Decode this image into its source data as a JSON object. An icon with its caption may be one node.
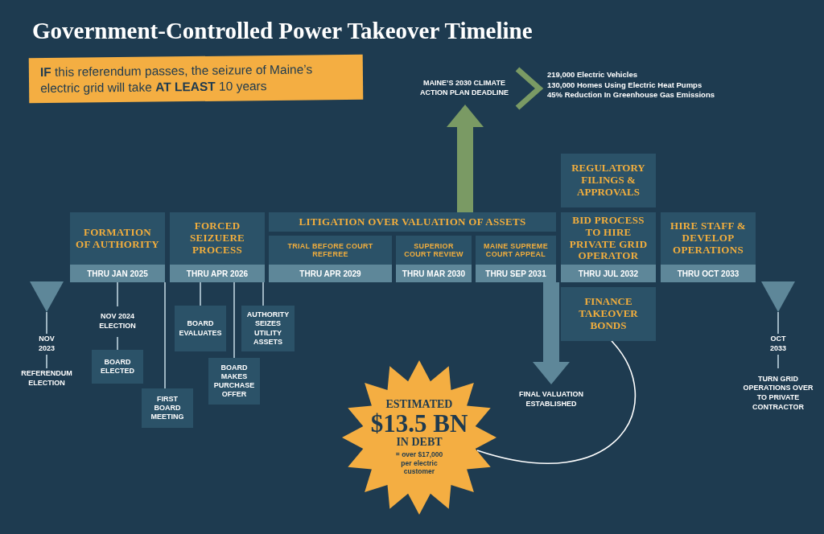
{
  "diagram": {
    "title": "Government-Controlled Power Takeover Timeline",
    "nodes": [
      {
        "text": [
          "**IF** this referendum passes, the seizure of Maine’s electric grid will take **AT LEAST** 10 years"
        ]
      },
      {
        "text": [
          "FORMATION OF AUTHORITY",
          "THRU JAN 2025"
        ]
      },
      {
        "text": [
          "FORCED SEIZUERE PROCESS",
          "THRU APR 2026"
        ]
      },
      {
        "text": [
          "LITIGATION OVER VALUATION OF ASSETS"
        ]
      },
      {
        "text": [
          "TRIAL BEFORE COURT REFEREE",
          "THRU APR 2029"
        ]
      },
      {
        "text": [
          "SUPERIOR COURT REVIEW",
          "THRU MAR 2030"
        ]
      },
      {
        "text": [
          "MAINE SUPREME COURT APPEAL",
          "THRU SEP 2031"
        ]
      },
      {
        "text": [
          "REGULATORY FILINGS & APPROVALS"
        ]
      },
      {
        "text": [
          "BID PROCESS TO HIRE PRIVATE GRID OPERATOR",
          "THRU JUL 2032"
        ]
      },
      {
        "text": [
          "HIRE STAFF & DEVELOP OPERATIONS",
          "THRU OCT 2033"
        ]
      },
      {
        "text": [
          "FINANCE TAKEOVER BONDS"
        ]
      },
      {
        "text": [],
        "shape": "triangle"
      },
      {
        "text": [
          "NOV 2023"
        ]
      },
      {
        "text": [
          "REFERENDUM ELECTION"
        ]
      },
      {
        "text": [
          "NOV 2024 ELECTION"
        ]
      },
      {
        "text": [
          "BOARD ELECTED"
        ]
      },
      {
        "text": [
          "FIRST BOARD MEETING"
        ]
      },
      {
        "text": [
          "BOARD EVALUATES"
        ]
      },
      {
        "text": [
          "BOARD MAKES PURCHASE OFFER"
        ]
      },
      {
        "text": [
          "AUTHORITY SEIZES UTILITY ASSETS"
        ]
      },
      {
        "text": [
          "ESTIMATED",
          "$13.5 BN",
          "IN DEBT",
          "= over $17,000 per electric customer"
        ]
      },
      {
        "text": [
          "MAINE’S 2030 CLIMATE ACTION PLAN DEADLINE"
        ]
      },
      {
        "text": [
          "219,000 Electric Vehicles",
          "130,000 Homes Using Electric Heat Pumps",
          "45% Reduction In Greenhouse Gas Emissions"
        ]
      },
      {
        "text": [
          "FINAL VALUATION ESTABLISHED"
        ]
      },
      {
        "text": [],
        "shape": "triangle"
      },
      {
        "text": [
          "OCT 2033"
        ]
      },
      {
        "text": [
          "TURN GRID OPERATIONS OVER TO PRIVATE CONTRACTOR"
        ]
      }
    ],
    "edges": [
      {
        "from": 11,
        "to": 12,
        "arrow": "none"
      },
      {
        "from": 12,
        "to": 13,
        "arrow": "none"
      },
      {
        "from": 1,
        "to": 14,
        "arrow": "none"
      },
      {
        "from": 14,
        "to": 15,
        "arrow": "none"
      },
      {
        "from": 1,
        "to": 16,
        "arrow": "none"
      },
      {
        "from": 2,
        "to": 17,
        "arrow": "none"
      },
      {
        "from": 2,
        "to": 18,
        "arrow": "none"
      },
      {
        "from": 2,
        "to": 19,
        "arrow": "none"
      },
      {
        "from": 3,
        "to": 21,
        "arrow": "to",
        "style": "thick",
        "color": "#7a9a64"
      },
      {
        "from": 21,
        "to": 22,
        "arrow": "to",
        "style": "thick",
        "color": "#7a9a64"
      },
      {
        "from": 6,
        "to": 23,
        "arrow": "to",
        "style": "thick",
        "color": "#5e8799"
      },
      {
        "from": 10,
        "to": 20,
        "arrow": "none",
        "color": "#ffffff"
      },
      {
        "from": 24,
        "to": 25,
        "arrow": "none"
      },
      {
        "from": 25,
        "to": 26,
        "arrow": "none"
      }
    ]
  }
}
